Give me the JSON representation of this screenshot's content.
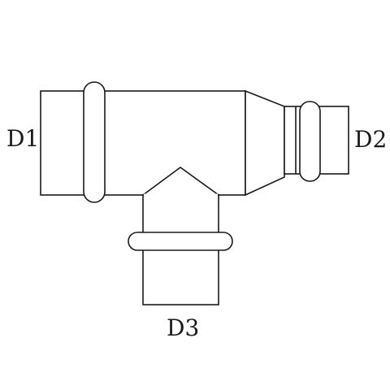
{
  "diagram": {
    "labels": {
      "d1": "D1",
      "d2": "D2",
      "d3": "D3"
    },
    "colors": {
      "stroke": "#1a1a1a",
      "background": "#ffffff"
    }
  }
}
